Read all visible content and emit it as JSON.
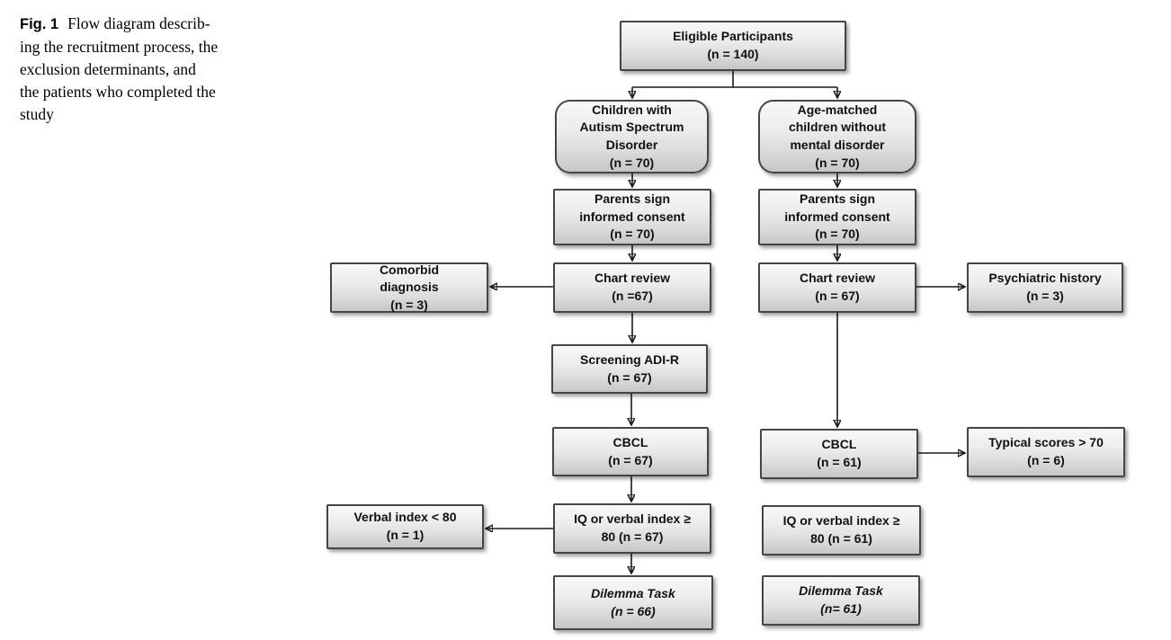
{
  "figure_caption": {
    "fig_label": "Fig. 1",
    "text": "Flow diagram describ-\ning the recruitment process, the\nexclusion determinants, and\nthe patients who completed the\nstudy"
  },
  "boxes": {
    "eligible": {
      "text": "Eligible Participants\n(n = 140)"
    },
    "asd": {
      "text": "Children with\nAutism Spectrum\nDisorder\n(n = 70)"
    },
    "age_matched": {
      "text": "Age-matched\nchildren without\nmental disorder\n(n = 70)"
    },
    "consent_left": {
      "text": "Parents sign\ninformed consent\n(n = 70)"
    },
    "consent_right": {
      "text": "Parents sign\ninformed consent\n(n = 70)"
    },
    "comorbid": {
      "text": "Comorbid\ndiagnosis\n(n = 3)"
    },
    "chart_review_left": {
      "text": "Chart review\n(n =67)"
    },
    "chart_review_right": {
      "text": "Chart review\n(n = 67)"
    },
    "psychiatric_history": {
      "text": "Psychiatric history\n(n = 3)"
    },
    "screening_adir": {
      "text": "Screening ADI-R\n(n = 67)"
    },
    "cbcl_left": {
      "text": "CBCL\n(n = 67)"
    },
    "cbcl_right": {
      "text": "CBCL\n(n = 61)"
    },
    "typical_scores": {
      "text": "Typical scores > 70\n(n = 6)"
    },
    "verbal_index": {
      "text": "Verbal index < 80\n(n = 1)"
    },
    "iq_left": {
      "text": "IQ or verbal index ≥\n80 (n = 67)"
    },
    "iq_right": {
      "text": "IQ or verbal index ≥\n80 (n = 61)"
    },
    "dilemma_left": {
      "text": "Dilemma Task\n(n = 66)"
    },
    "dilemma_right": {
      "text": "Dilemma Task\n(n= 61)"
    }
  },
  "edges": [
    {
      "from": "eligible",
      "to": "asd"
    },
    {
      "from": "eligible",
      "to": "age_matched"
    },
    {
      "from": "asd",
      "to": "consent_left"
    },
    {
      "from": "age_matched",
      "to": "consent_right"
    },
    {
      "from": "consent_left",
      "to": "chart_review_left"
    },
    {
      "from": "consent_right",
      "to": "chart_review_right"
    },
    {
      "from": "chart_review_left",
      "to": "comorbid"
    },
    {
      "from": "chart_review_right",
      "to": "psychiatric_history"
    },
    {
      "from": "chart_review_left",
      "to": "screening_adir"
    },
    {
      "from": "chart_review_right",
      "to": "cbcl_right"
    },
    {
      "from": "screening_adir",
      "to": "cbcl_left"
    },
    {
      "from": "cbcl_right",
      "to": "typical_scores"
    },
    {
      "from": "cbcl_left",
      "to": "iq_left"
    },
    {
      "from": "iq_left",
      "to": "verbal_index"
    },
    {
      "from": "iq_left",
      "to": "dilemma_left"
    }
  ],
  "colors": {
    "box_fill_top": "#f8f8f8",
    "box_fill_bottom": "#c6c6c6",
    "box_border": "#454545",
    "arrow": "#1c1c1c",
    "text": "#111111"
  }
}
